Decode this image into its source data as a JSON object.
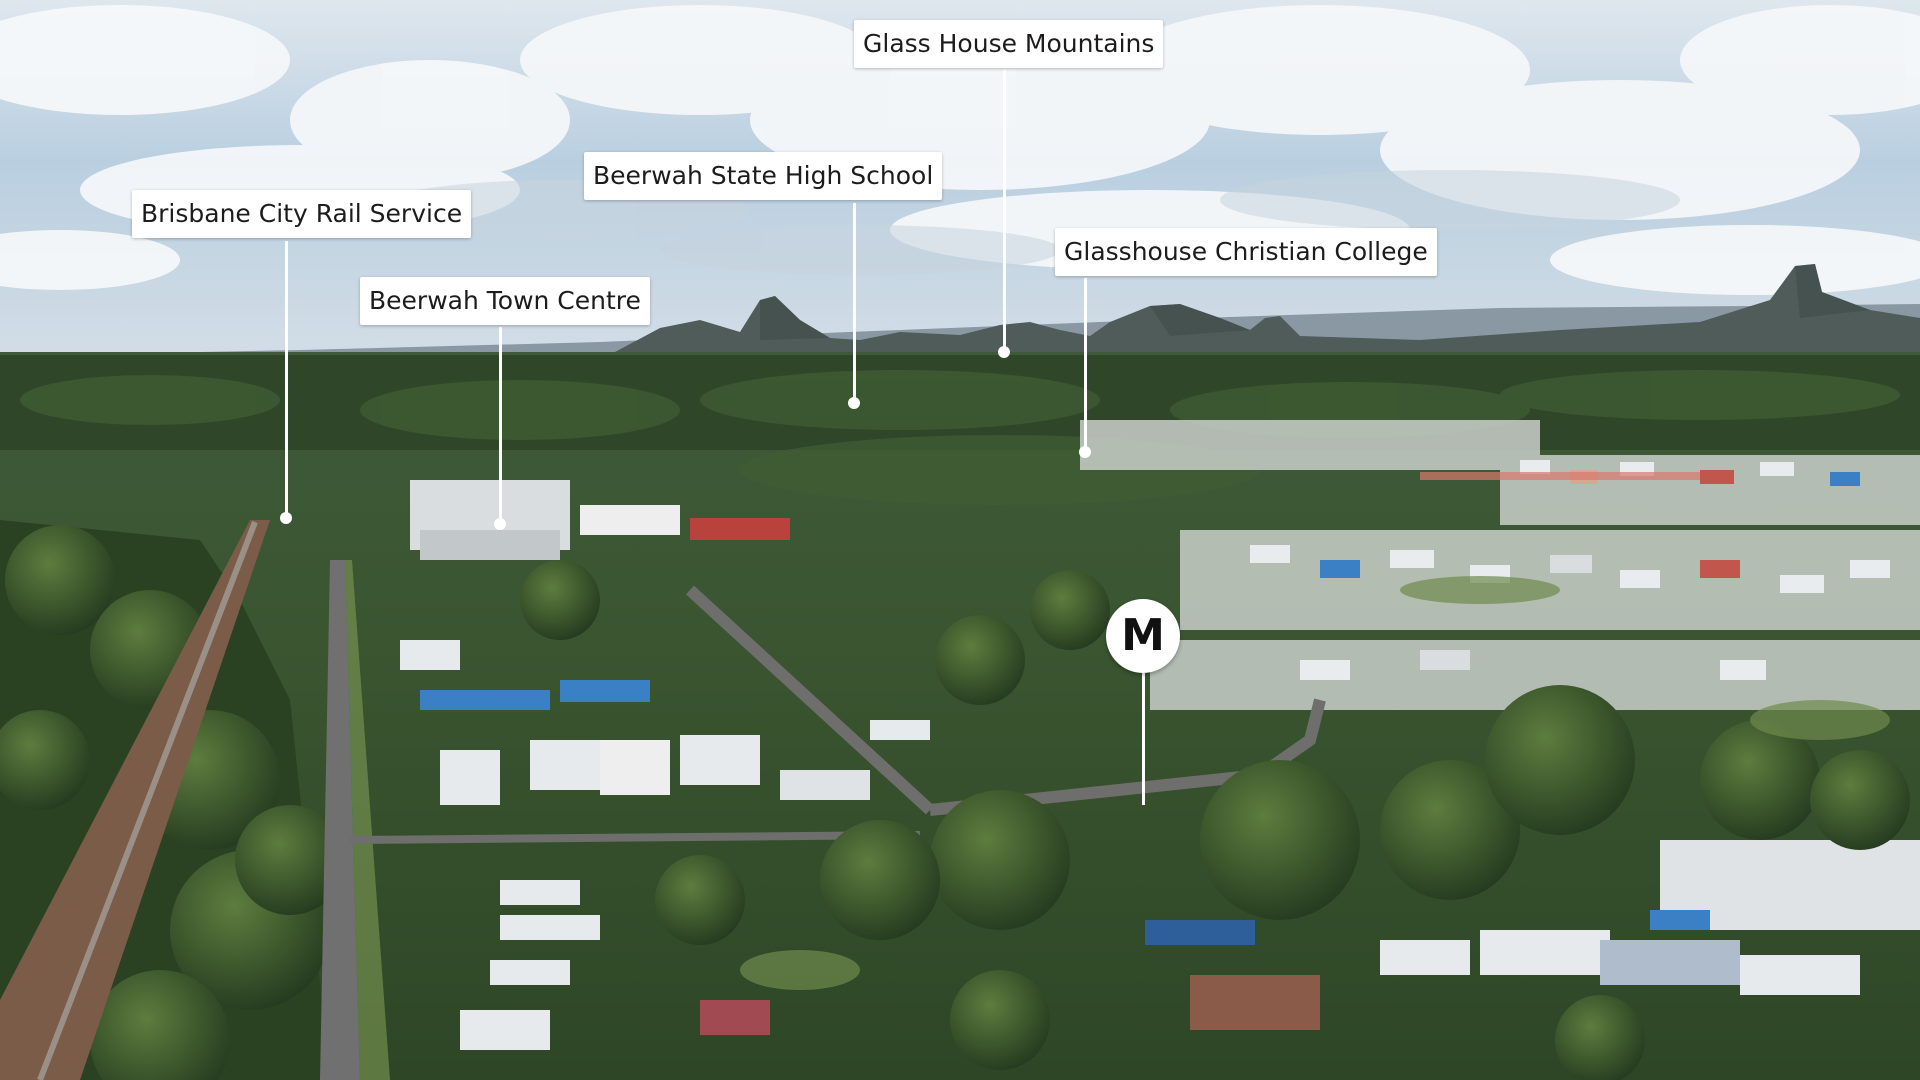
{
  "photo": {
    "palette": {
      "sky_top": "#e9eff4",
      "sky_blue": "#a9c6dc",
      "cloud": "#f7f9fb",
      "mountain": "#4c5a58",
      "distant_hills": "#7e8e98",
      "forest": "#2f4a2a",
      "forest_light": "#4f6e3a",
      "roof_white": "#e8ecee",
      "roof_blue": "#3b7fc4",
      "roof_red": "#b5413a",
      "road": "#6e6e6c",
      "rail": "#7a5a44"
    }
  },
  "callouts": [
    {
      "label": "Brisbane City Rail Service"
    },
    {
      "label": "Beerwah Town Centre"
    },
    {
      "label": "Beerwah State High School"
    },
    {
      "label": "Glass House Mountains"
    },
    {
      "label": "Glasshouse Christian College"
    }
  ],
  "marker": {
    "letter": "M"
  }
}
